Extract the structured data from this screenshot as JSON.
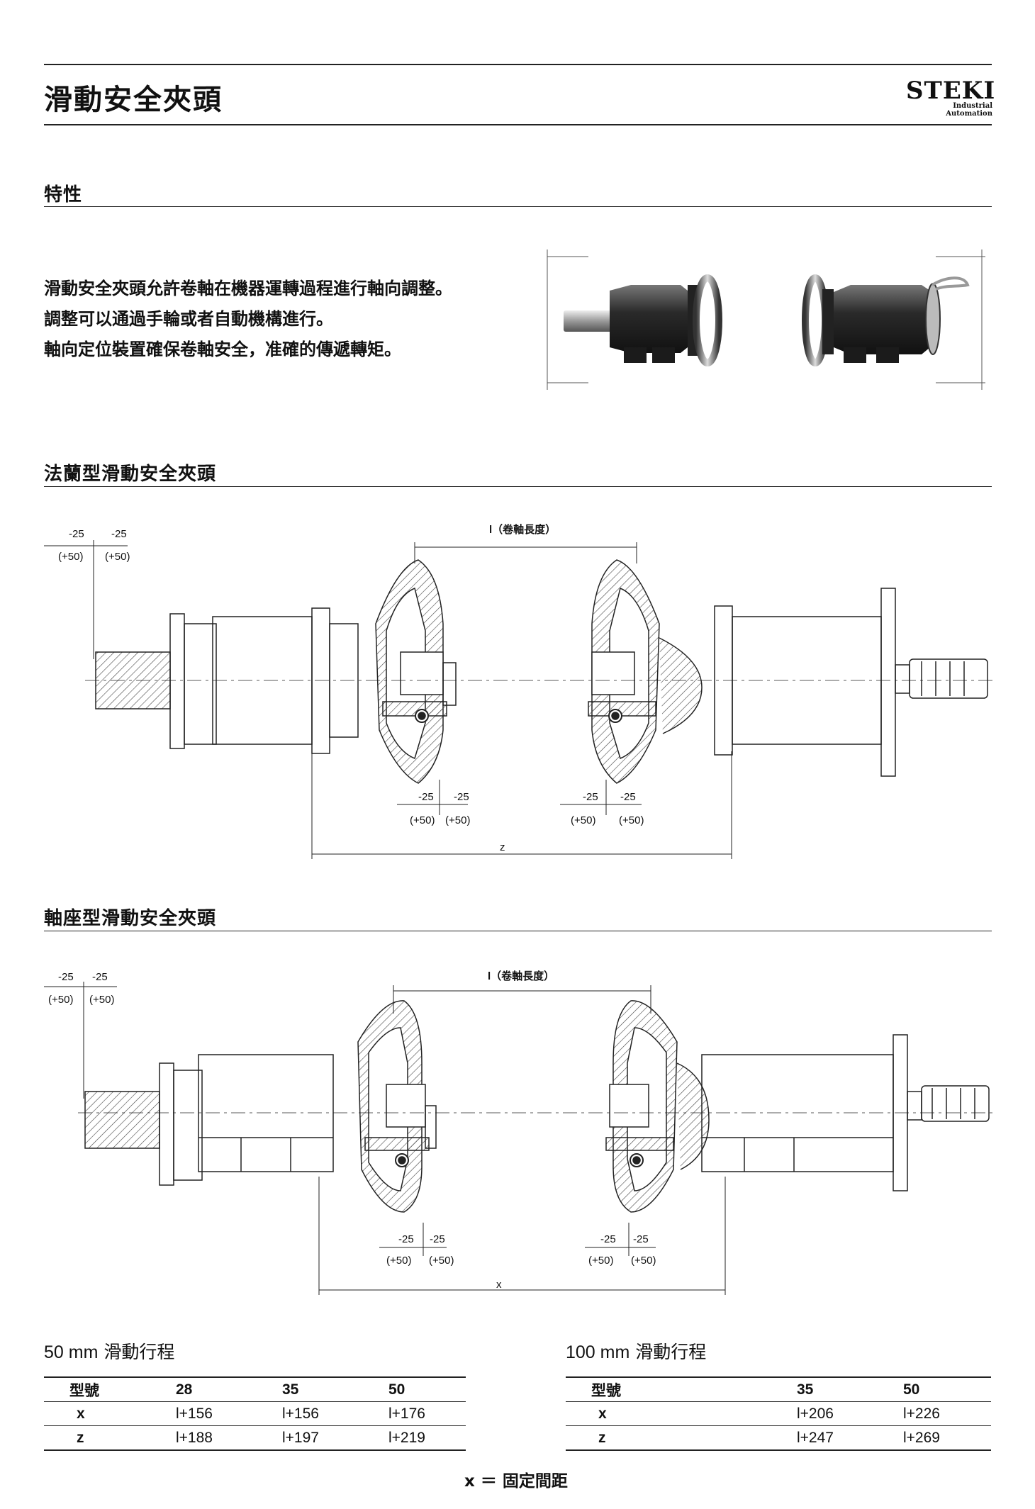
{
  "header": {
    "title": "滑動安全夾頭",
    "logo_text": "STEKI",
    "logo_sub": "Industrial Automation"
  },
  "features": {
    "heading": "特性",
    "lines": [
      "滑動安全夾頭允許卷軸在機器運轉過程進行軸向調整。",
      "調整可以通過手輪或者自動機構進行。",
      "軸向定位裝置確保卷軸安全，准確的傳遞轉矩。"
    ]
  },
  "flange": {
    "heading": "法蘭型滑動安全夾頭",
    "dims": {
      "top_left_a": "-25",
      "top_left_b": "-25",
      "top_left_c": "(+50)",
      "top_left_d": "(+50)",
      "length_label": "l（卷軸長度）",
      "mid_left_a": "-25",
      "mid_left_b": "-25",
      "mid_left_c": "(+50)",
      "mid_left_d": "(+50)",
      "mid_right_a": "-25",
      "mid_right_b": "-25",
      "mid_right_c": "(+50)",
      "mid_right_d": "(+50)",
      "z_label": "z"
    }
  },
  "pillow": {
    "heading": "軸座型滑動安全夾頭",
    "dims": {
      "top_left_a": "-25",
      "top_left_b": "-25",
      "top_left_c": "(+50)",
      "top_left_d": "(+50)",
      "length_label": "l（卷軸長度）",
      "mid_left_a": "-25",
      "mid_left_b": "-25",
      "mid_left_c": "(+50)",
      "mid_left_d": "(+50)",
      "mid_right_a": "-25",
      "mid_right_b": "-25",
      "mid_right_c": "(+50)",
      "mid_right_d": "(+50)",
      "x_label": "x"
    }
  },
  "table_50": {
    "title_mm": "50 mm",
    "title_text": "滑動行程",
    "header": [
      "型號",
      "28",
      "35",
      "50"
    ],
    "rows": [
      [
        "x",
        "l+156",
        "l+156",
        "l+176"
      ],
      [
        "z",
        "l+188",
        "l+197",
        "l+219"
      ]
    ]
  },
  "table_100": {
    "title_mm": "100 mm",
    "title_text": "滑動行程",
    "header": [
      "型號",
      "",
      "35",
      "50"
    ],
    "rows": [
      [
        "x",
        "",
        "l+206",
        "l+226"
      ],
      [
        "z",
        "",
        "l+247",
        "l+269"
      ]
    ]
  },
  "footnote": "x ＝ 固定間距"
}
